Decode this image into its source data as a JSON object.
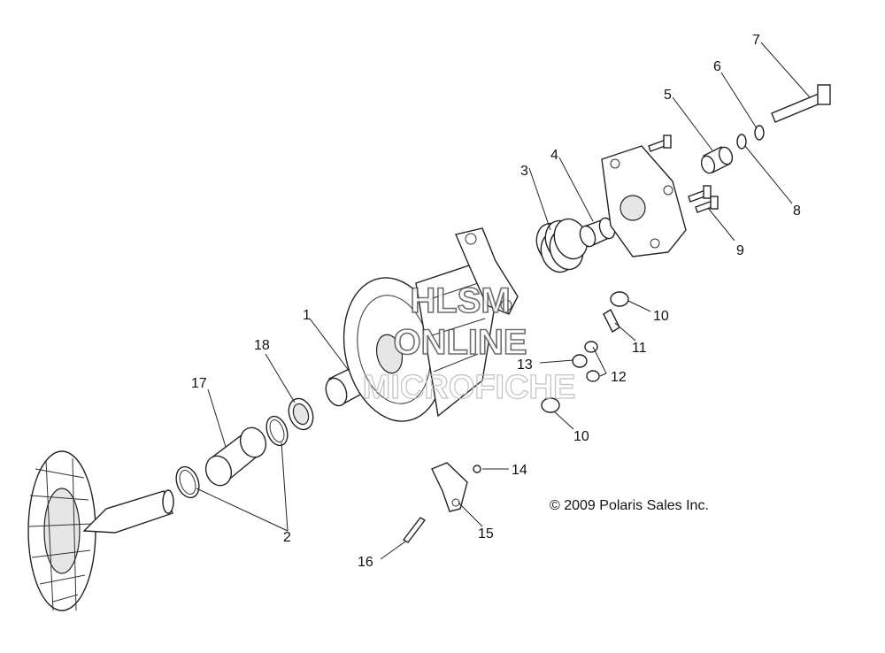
{
  "watermark": {
    "line1": "HLSM",
    "line2": "ONLINE",
    "line3": "MICROFICHE"
  },
  "copyright": "© 2009 Polaris Sales Inc.",
  "callouts": {
    "c1": "1",
    "c2": "2",
    "c3": "3",
    "c4": "4",
    "c5": "5",
    "c6": "6",
    "c7": "7",
    "c8": "8",
    "c9": "9",
    "c10a": "10",
    "c10b": "10",
    "c11": "11",
    "c12": "12",
    "c13": "13",
    "c14": "14",
    "c15": "15",
    "c16": "16",
    "c17": "17",
    "c18": "18"
  }
}
